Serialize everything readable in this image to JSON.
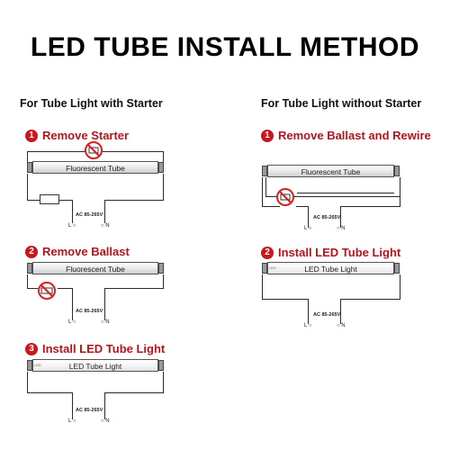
{
  "title": "LED TUBE INSTALL METHOD",
  "left": {
    "heading": "For Tube Light with Starter",
    "steps": [
      {
        "num": "1",
        "label": "Remove Starter",
        "tube": "Fluorescent Tube"
      },
      {
        "num": "2",
        "label": "Remove Ballast",
        "tube": "Fluorescent Tube"
      },
      {
        "num": "3",
        "label": "Install LED Tube Light",
        "tube": "LED Tube Light"
      }
    ]
  },
  "right": {
    "heading": "For Tube Light without Starter",
    "steps": [
      {
        "num": "1",
        "label": "Remove Ballast and Rewire",
        "tube": "Fluorescent Tube"
      },
      {
        "num": "2",
        "label": "Install LED Tube Light",
        "tube": "LED Tube Light"
      }
    ]
  },
  "power": {
    "ac": "AC 85-265V",
    "lo": "L",
    "no": "N"
  },
  "led_mark": "LED",
  "colors": {
    "accent": "#c8181f",
    "no_sign": "#d42222",
    "wire": "#2a2a2a"
  }
}
